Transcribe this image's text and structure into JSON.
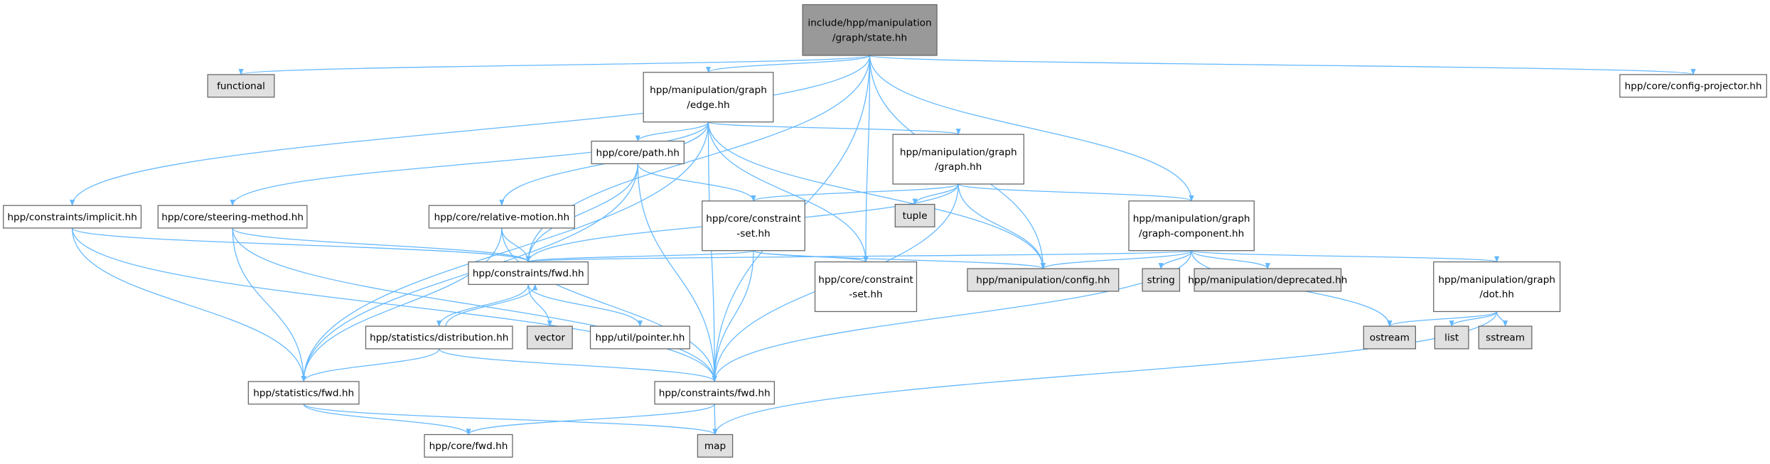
{
  "nodes": [
    {
      "id": "state",
      "lines": [
        "include/hpp/manipulation",
        "/graph/state.hh"
      ],
      "kind": "root"
    },
    {
      "id": "functional",
      "lines": [
        "functional"
      ],
      "kind": "system"
    },
    {
      "id": "edge",
      "lines": [
        "hpp/manipulation/graph",
        "/edge.hh"
      ],
      "kind": "file"
    },
    {
      "id": "config-projector",
      "lines": [
        "hpp/core/config-projector.hh"
      ],
      "kind": "file"
    },
    {
      "id": "path",
      "lines": [
        "hpp/core/path.hh"
      ],
      "kind": "file"
    },
    {
      "id": "graph",
      "lines": [
        "hpp/manipulation/graph",
        "/graph.hh"
      ],
      "kind": "file"
    },
    {
      "id": "implicit",
      "lines": [
        "hpp/constraints/implicit.hh"
      ],
      "kind": "file"
    },
    {
      "id": "steering",
      "lines": [
        "hpp/core/steering-method.hh"
      ],
      "kind": "file"
    },
    {
      "id": "relative-motion",
      "lines": [
        "hpp/core/relative-motion.hh"
      ],
      "kind": "file"
    },
    {
      "id": "constraint-set-a",
      "lines": [
        "hpp/core/constraint",
        "-set.hh"
      ],
      "kind": "file"
    },
    {
      "id": "tuple",
      "lines": [
        "tuple"
      ],
      "kind": "system"
    },
    {
      "id": "graph-component",
      "lines": [
        "hpp/manipulation/graph",
        "/graph-component.hh"
      ],
      "kind": "file"
    },
    {
      "id": "constraints-fwd-a",
      "lines": [
        "hpp/constraints/fwd.hh"
      ],
      "kind": "file"
    },
    {
      "id": "constraint-set-b",
      "lines": [
        "hpp/core/constraint",
        "-set.hh"
      ],
      "kind": "file"
    },
    {
      "id": "manip-config",
      "lines": [
        "hpp/manipulation/config.hh"
      ],
      "kind": "system"
    },
    {
      "id": "string",
      "lines": [
        "string"
      ],
      "kind": "system"
    },
    {
      "id": "deprecated",
      "lines": [
        "hpp/manipulation/deprecated.hh"
      ],
      "kind": "system"
    },
    {
      "id": "dot",
      "lines": [
        "hpp/manipulation/graph",
        "/dot.hh"
      ],
      "kind": "file"
    },
    {
      "id": "distribution",
      "lines": [
        "hpp/statistics/distribution.hh"
      ],
      "kind": "file"
    },
    {
      "id": "vector",
      "lines": [
        "vector"
      ],
      "kind": "system"
    },
    {
      "id": "pointer",
      "lines": [
        "hpp/util/pointer.hh"
      ],
      "kind": "file"
    },
    {
      "id": "ostream",
      "lines": [
        "ostream"
      ],
      "kind": "system"
    },
    {
      "id": "list",
      "lines": [
        "list"
      ],
      "kind": "system"
    },
    {
      "id": "sstream",
      "lines": [
        "sstream"
      ],
      "kind": "system"
    },
    {
      "id": "statistics-fwd",
      "lines": [
        "hpp/statistics/fwd.hh"
      ],
      "kind": "file"
    },
    {
      "id": "constraints-fwd-b",
      "lines": [
        "hpp/constraints/fwd.hh"
      ],
      "kind": "file"
    },
    {
      "id": "core-fwd",
      "lines": [
        "hpp/core/fwd.hh"
      ],
      "kind": "file"
    },
    {
      "id": "map",
      "lines": [
        "map"
      ],
      "kind": "system"
    }
  ],
  "edges": [
    [
      "state",
      "functional"
    ],
    [
      "state",
      "implicit"
    ],
    [
      "state",
      "constraints-fwd-a"
    ],
    [
      "state",
      "edge"
    ],
    [
      "state",
      "constraint-set-b"
    ],
    [
      "state",
      "manip-config"
    ],
    [
      "state",
      "graph-component"
    ],
    [
      "state",
      "config-projector"
    ],
    [
      "state",
      "constraints-fwd-b"
    ],
    [
      "edge",
      "steering"
    ],
    [
      "edge",
      "constraints-fwd-b"
    ],
    [
      "edge",
      "relative-motion"
    ],
    [
      "edge",
      "path"
    ],
    [
      "edge",
      "constraint-set-b"
    ],
    [
      "edge",
      "graph"
    ],
    [
      "edge",
      "manip-config"
    ],
    [
      "edge",
      "statistics-fwd"
    ],
    [
      "path",
      "statistics-fwd"
    ],
    [
      "path",
      "constraints-fwd-a"
    ],
    [
      "path",
      "constraint-set-a"
    ],
    [
      "path",
      "constraints-fwd-b"
    ],
    [
      "graph",
      "constraints-fwd-a"
    ],
    [
      "graph",
      "constraint-set-a"
    ],
    [
      "graph",
      "tuple"
    ],
    [
      "graph",
      "manip-config"
    ],
    [
      "graph",
      "constraints-fwd-b"
    ],
    [
      "graph",
      "graph-component"
    ],
    [
      "implicit",
      "constraints-fwd-a"
    ],
    [
      "implicit",
      "statistics-fwd"
    ],
    [
      "implicit",
      "constraints-fwd-b"
    ],
    [
      "steering",
      "constraints-fwd-a"
    ],
    [
      "steering",
      "statistics-fwd"
    ],
    [
      "steering",
      "constraints-fwd-b"
    ],
    [
      "relative-motion",
      "constraints-fwd-a"
    ],
    [
      "relative-motion",
      "statistics-fwd"
    ],
    [
      "relative-motion",
      "constraints-fwd-b"
    ],
    [
      "constraint-set-a",
      "constraints-fwd-a"
    ],
    [
      "constraint-set-a",
      "constraint-set-b"
    ],
    [
      "constraint-set-a",
      "manip-config"
    ],
    [
      "constraint-set-a",
      "constraints-fwd-b"
    ],
    [
      "graph-component",
      "constraints-fwd-a"
    ],
    [
      "graph-component",
      "manip-config"
    ],
    [
      "graph-component",
      "string"
    ],
    [
      "graph-component",
      "deprecated"
    ],
    [
      "graph-component",
      "dot"
    ],
    [
      "graph-component",
      "ostream"
    ],
    [
      "graph-component",
      "constraints-fwd-b"
    ],
    [
      "dot",
      "ostream"
    ],
    [
      "dot",
      "list"
    ],
    [
      "dot",
      "sstream"
    ],
    [
      "dot",
      "map"
    ],
    [
      "constraints-fwd-a",
      "distribution"
    ],
    [
      "constraints-fwd-a",
      "vector"
    ],
    [
      "constraints-fwd-a",
      "pointer"
    ],
    [
      "distribution",
      "constraints-fwd-a"
    ],
    [
      "distribution",
      "statistics-fwd"
    ],
    [
      "distribution",
      "constraints-fwd-b"
    ],
    [
      "statistics-fwd",
      "core-fwd"
    ],
    [
      "statistics-fwd",
      "map"
    ],
    [
      "constraints-fwd-b",
      "core-fwd"
    ],
    [
      "constraints-fwd-b",
      "map"
    ]
  ],
  "colors": {
    "edge": "#63b8ff",
    "root": "#999999",
    "system": "#e0e0e0",
    "file": "#ffffff"
  }
}
